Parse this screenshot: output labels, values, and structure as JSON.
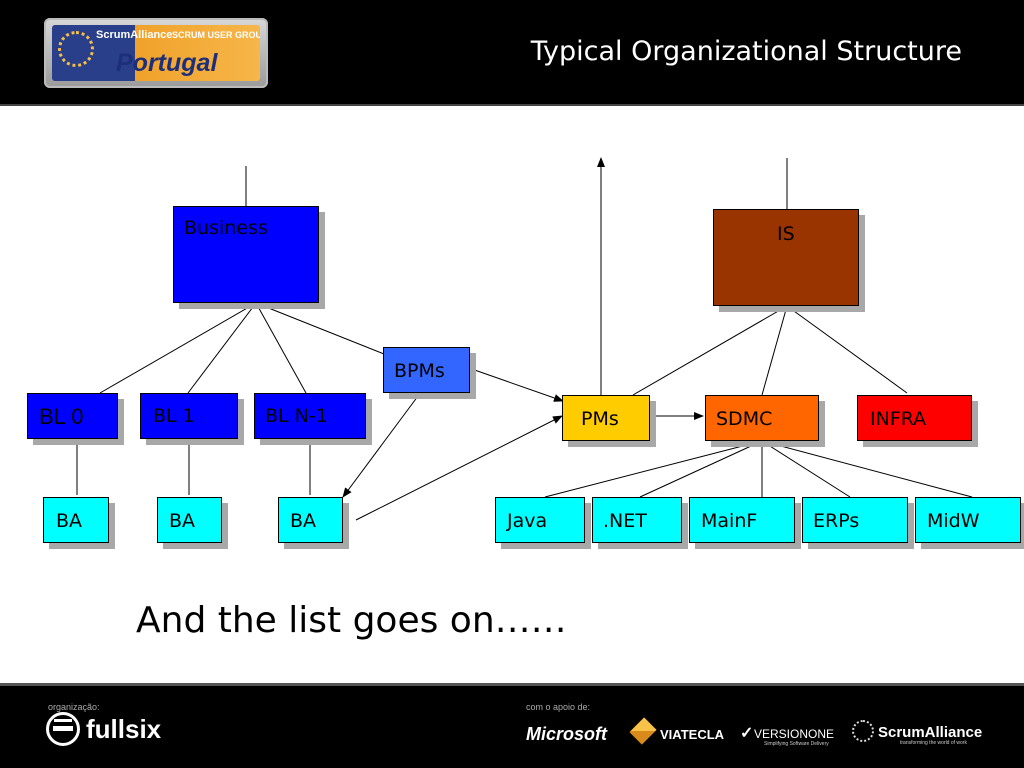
{
  "header": {
    "title": "Typical Organizational Structure",
    "logo": {
      "brand": "ScrumAlliance",
      "group": "SCRUM USER GROUP",
      "country": "Portugal"
    }
  },
  "diagram": {
    "business": "Business",
    "is": "IS",
    "bpms": "BPMs",
    "bl0": "BL 0",
    "bl1": "BL 1",
    "bln1": "BL N-1",
    "ba": "BA",
    "pms": "PMs",
    "sdmc": "SDMC",
    "infra": "INFRA",
    "java": "Java",
    "net": ".NET",
    "mainf": "MainF",
    "erps": "ERPs",
    "midw": "MidW"
  },
  "footnote": "And the list goes on……",
  "footer": {
    "organizacao_label": "organização:",
    "organizer": "fullsix",
    "apoio_label": "com o apoio de:",
    "sponsors": [
      "Microsoft",
      "VIATECLA",
      "VERSIONONE",
      "ScrumAlliance"
    ],
    "versionone_tag": "Simplifying Software Delivery",
    "scrumalliance_tag": "transforming the world of work"
  },
  "colors": {
    "business": "#0000ff",
    "is": "#993300",
    "bpms": "#3366ff",
    "pms": "#ffcc00",
    "sdmc": "#ff6600",
    "infra": "#ff0000",
    "leaf": "#00ffff",
    "bl": "#0000ff"
  }
}
